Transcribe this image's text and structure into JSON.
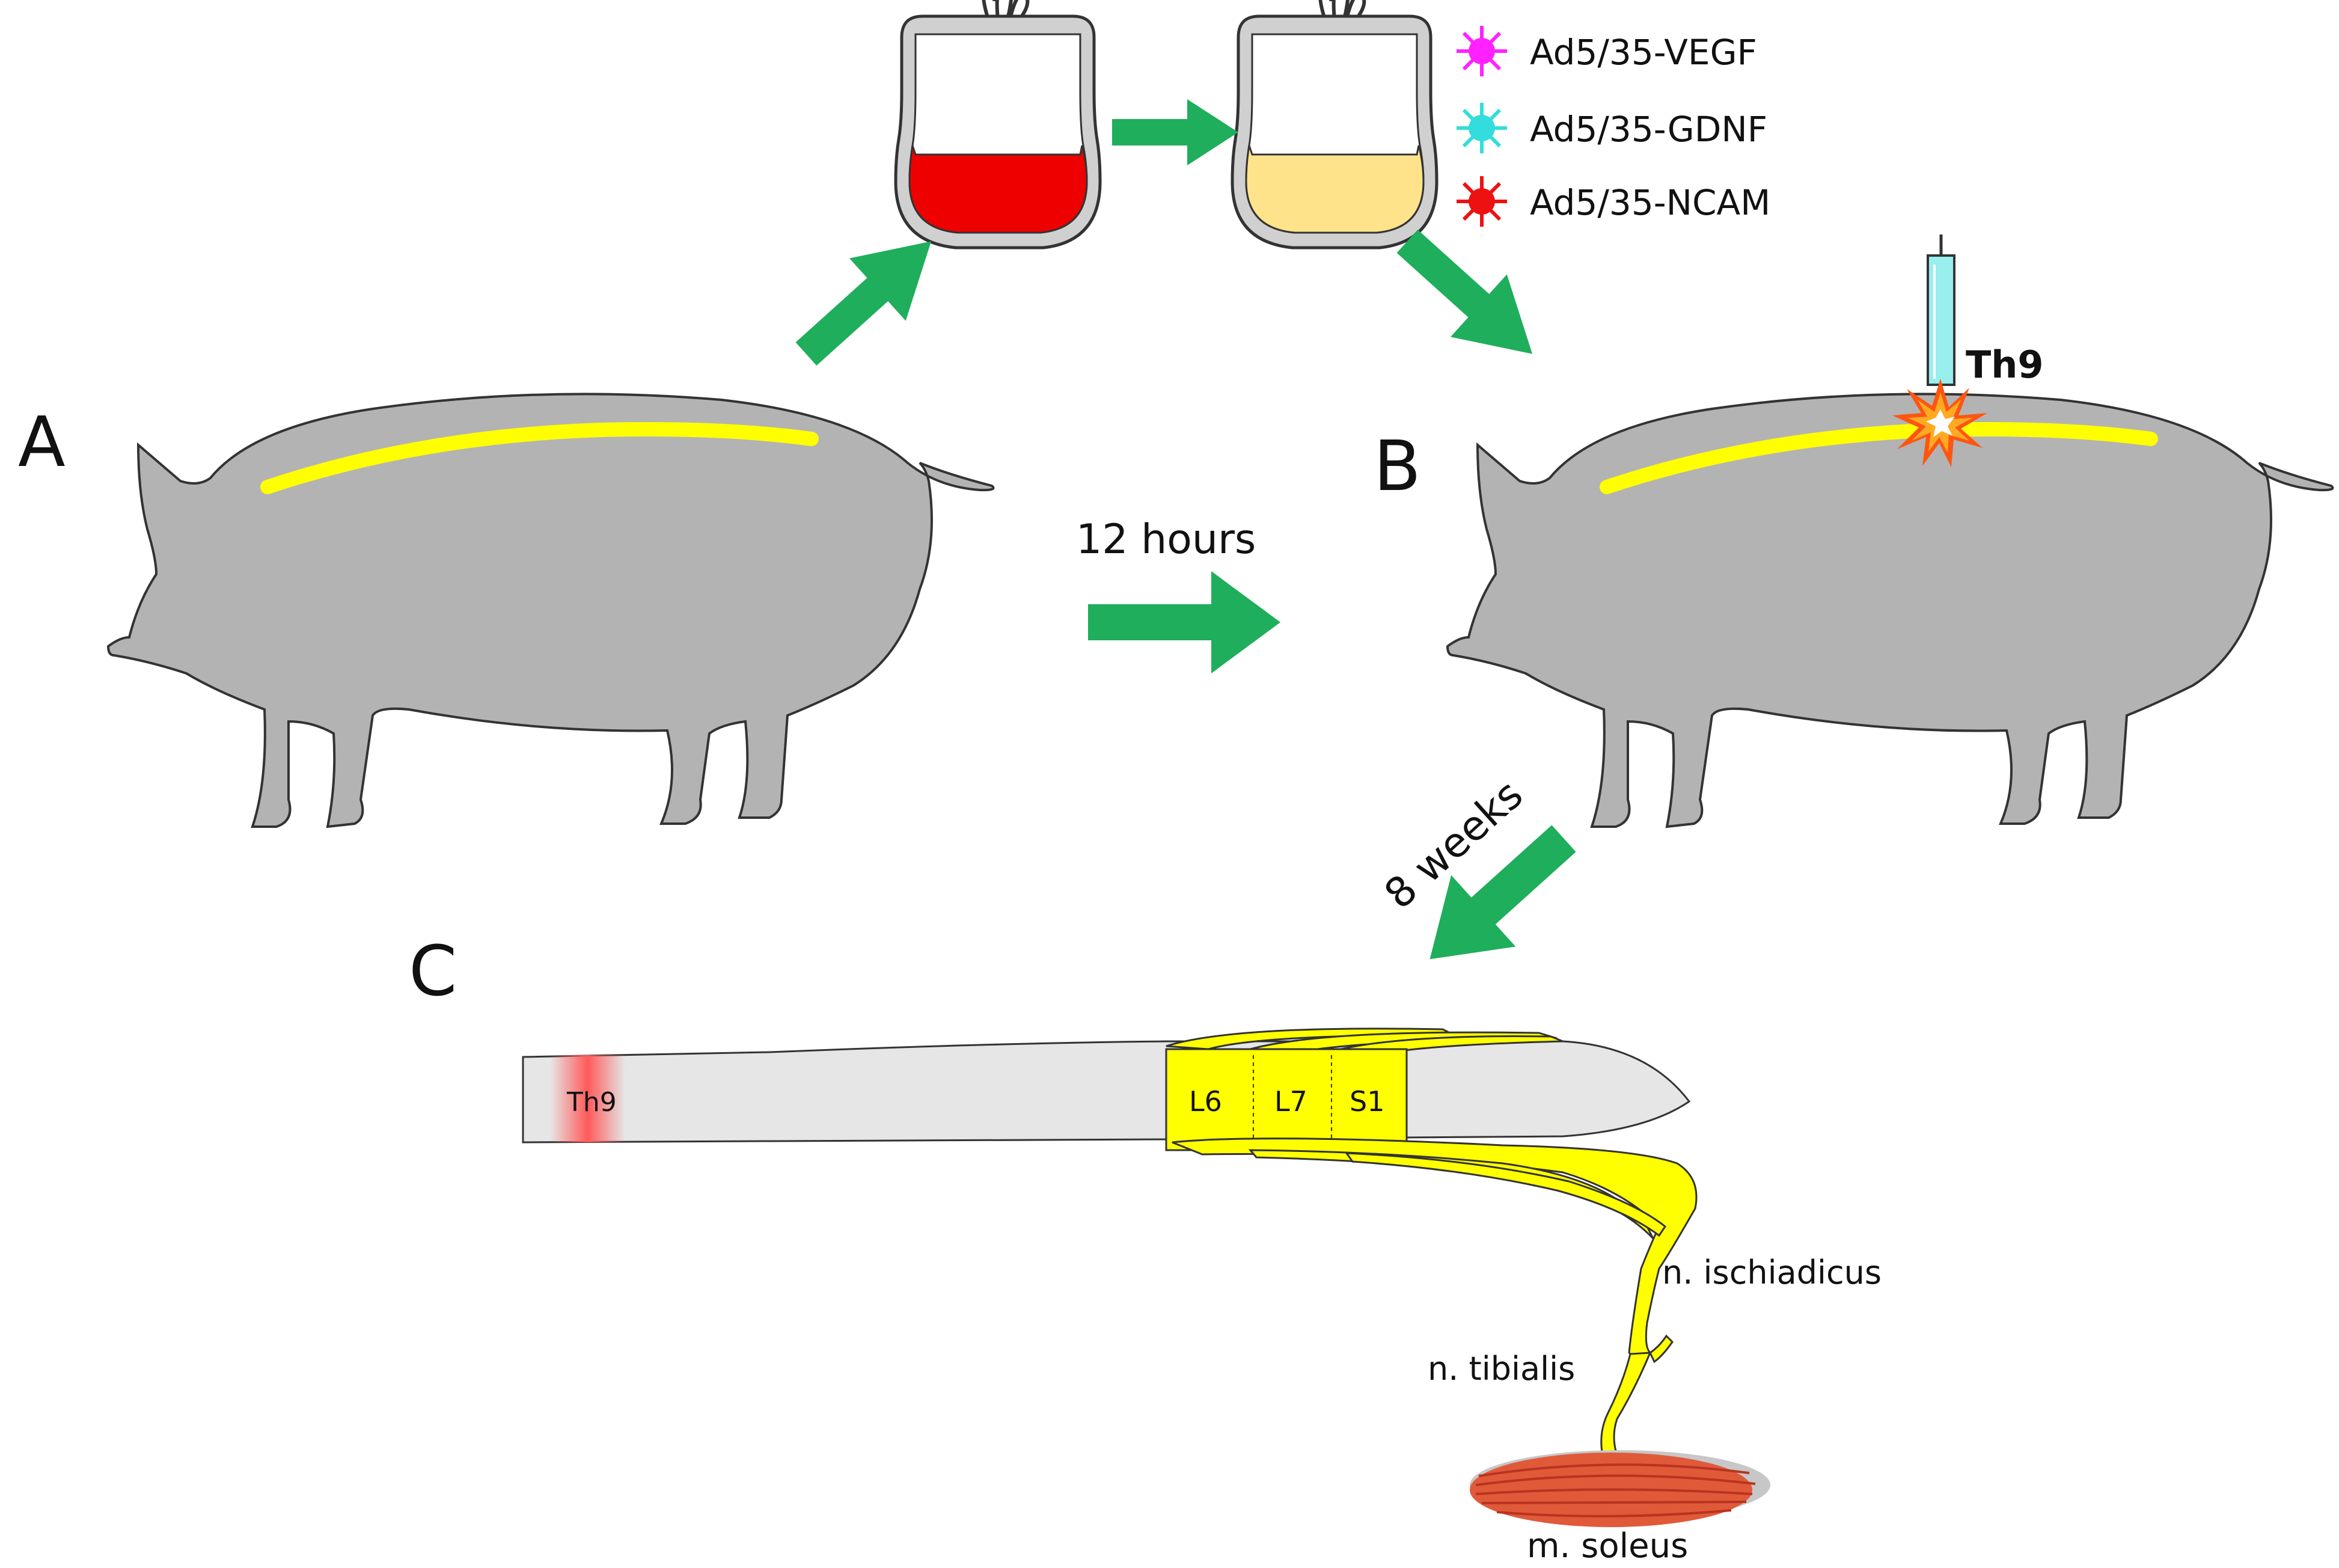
{
  "panels": {
    "a": "A",
    "b": "B",
    "c": "C"
  },
  "legend": [
    {
      "label": "Ad5/35-VEGF",
      "color": "#ff22ff"
    },
    {
      "label": "Ad5/35-GDNF",
      "color": "#33dddd"
    },
    {
      "label": "Ad5/35-NCAM",
      "color": "#ee1111"
    }
  ],
  "timing": {
    "first": "12 hours",
    "second": "8 weeks"
  },
  "injection_site": "Th9",
  "spinal_cord": {
    "lesion": "Th9",
    "segments": [
      "L6",
      "L7",
      "S1"
    ]
  },
  "nerves": {
    "ischiadicus": "n. ischiadicus",
    "tibialis": "n. tibialis"
  },
  "muscle": "m. soleus",
  "colors": {
    "pig": "#b3b3b3",
    "spine": "#ffff00",
    "arrow": "#1fae5b",
    "blood": "#ee0000",
    "plasma": "#ffe38a",
    "cord": "#e6e6e6",
    "lesion": "#ff5a5a",
    "muscle": "#e05a3a",
    "needle": "#99eeee"
  }
}
